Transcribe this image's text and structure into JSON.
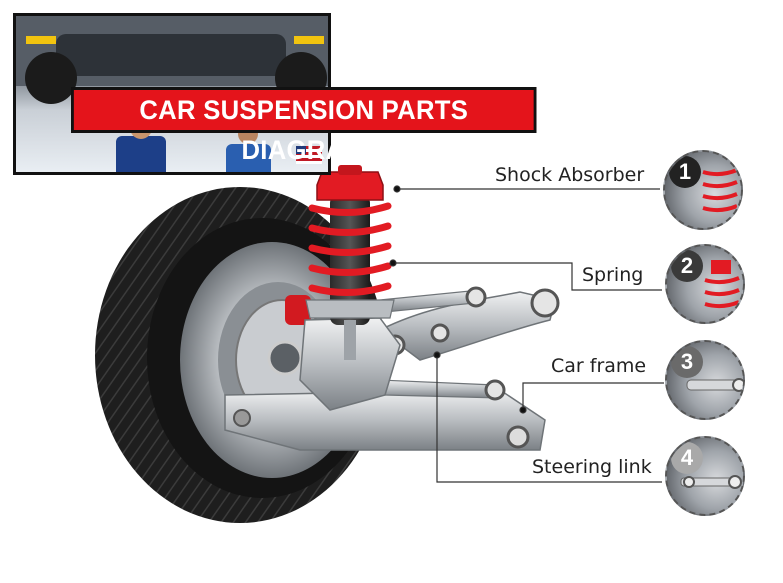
{
  "title": "CAR SUSPENSION PARTS DIAGRAM",
  "callouts": [
    {
      "label": "Shock Absorber",
      "number": "1"
    },
    {
      "label": "Spring",
      "number": "2"
    },
    {
      "label": "Car frame",
      "number": "3"
    },
    {
      "label": "Steering link",
      "number": "4"
    }
  ],
  "colors": {
    "title_bg": "#e4141b",
    "spring": "#e21b23",
    "tire": "#1e1e1e",
    "badge_1": "#222222",
    "badge_2": "#3a3a3a",
    "badge_3": "#6a6a6a",
    "badge_4": "#a9a9a9"
  }
}
